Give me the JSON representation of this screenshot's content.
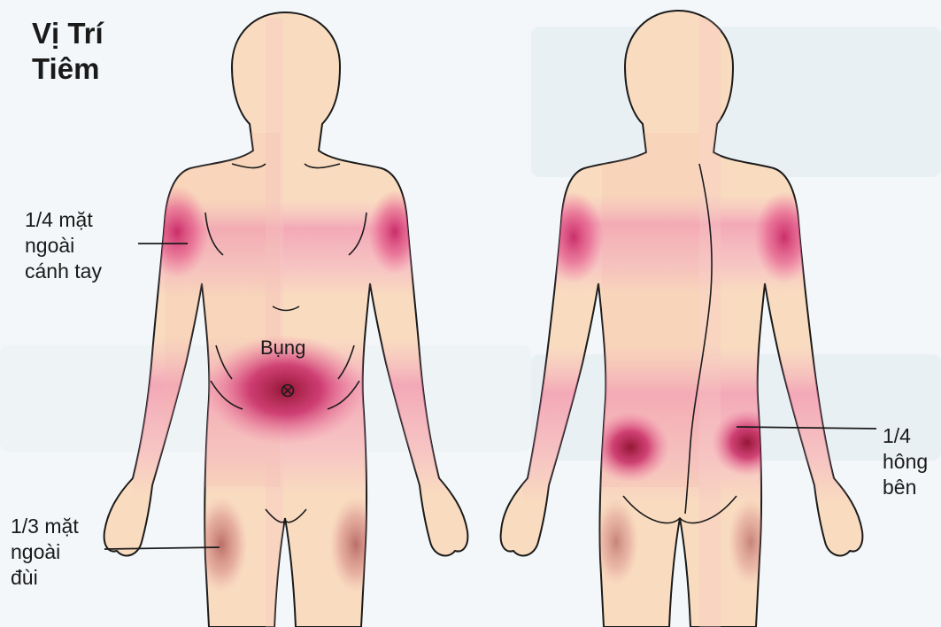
{
  "title": "Vị Trí\nTiêm",
  "labels": {
    "upper_arm": "1/4 mặt\nngoài\ncánh tay",
    "abdomen": "Bụng",
    "thigh": "1/3 mặt\nngoài\nđùi",
    "flank": "1/4\nhông\nbên"
  },
  "colors": {
    "skin": "#f9dcc0",
    "outline": "#1b1b1b",
    "injection_zone": "#d73a78",
    "injection_zone_center": "#a8123e",
    "background": "#f3f7f9"
  }
}
